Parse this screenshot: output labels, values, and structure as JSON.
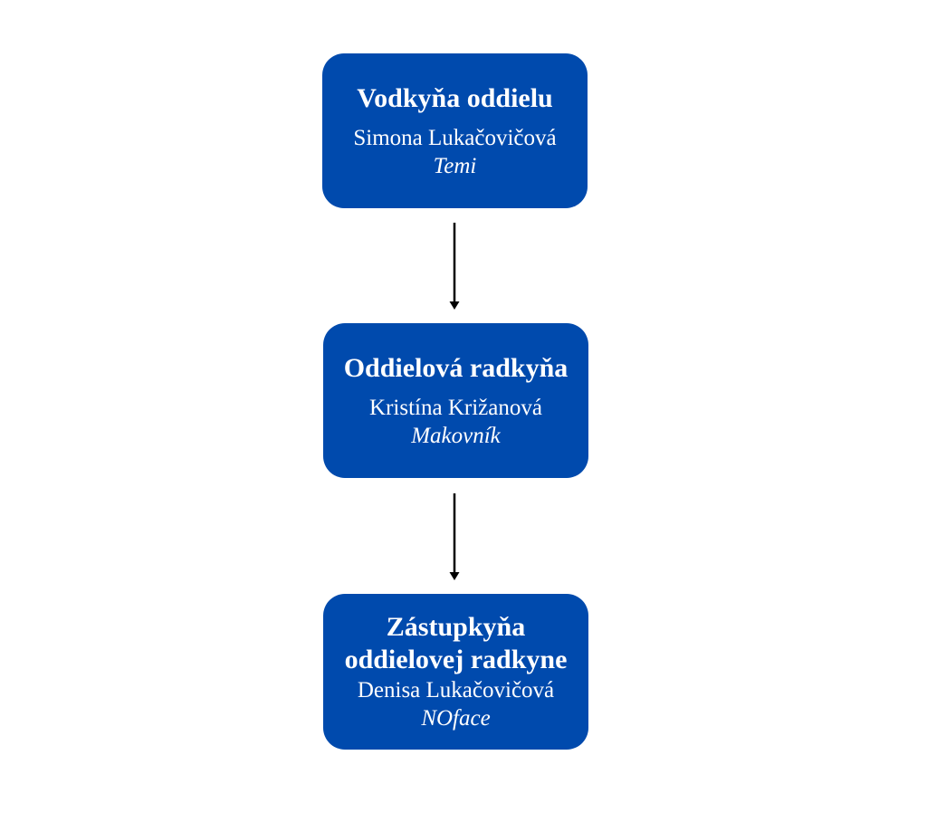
{
  "nodes": [
    {
      "title": "Vodkyňa oddielu",
      "name": "Simona Lukačovičová",
      "nickname": "Temi"
    },
    {
      "title": "Oddielová radkyňa",
      "name": "Kristína Križanová",
      "nickname": "Makovník"
    },
    {
      "title_line1": "Zástupkyňa",
      "title_line2": "oddielovej radkyne",
      "name": "Denisa Lukačovičová",
      "nickname": "NOface"
    }
  ],
  "colors": {
    "box": "#004AAD",
    "arrow": "#000000",
    "text": "#FFFFFF"
  }
}
